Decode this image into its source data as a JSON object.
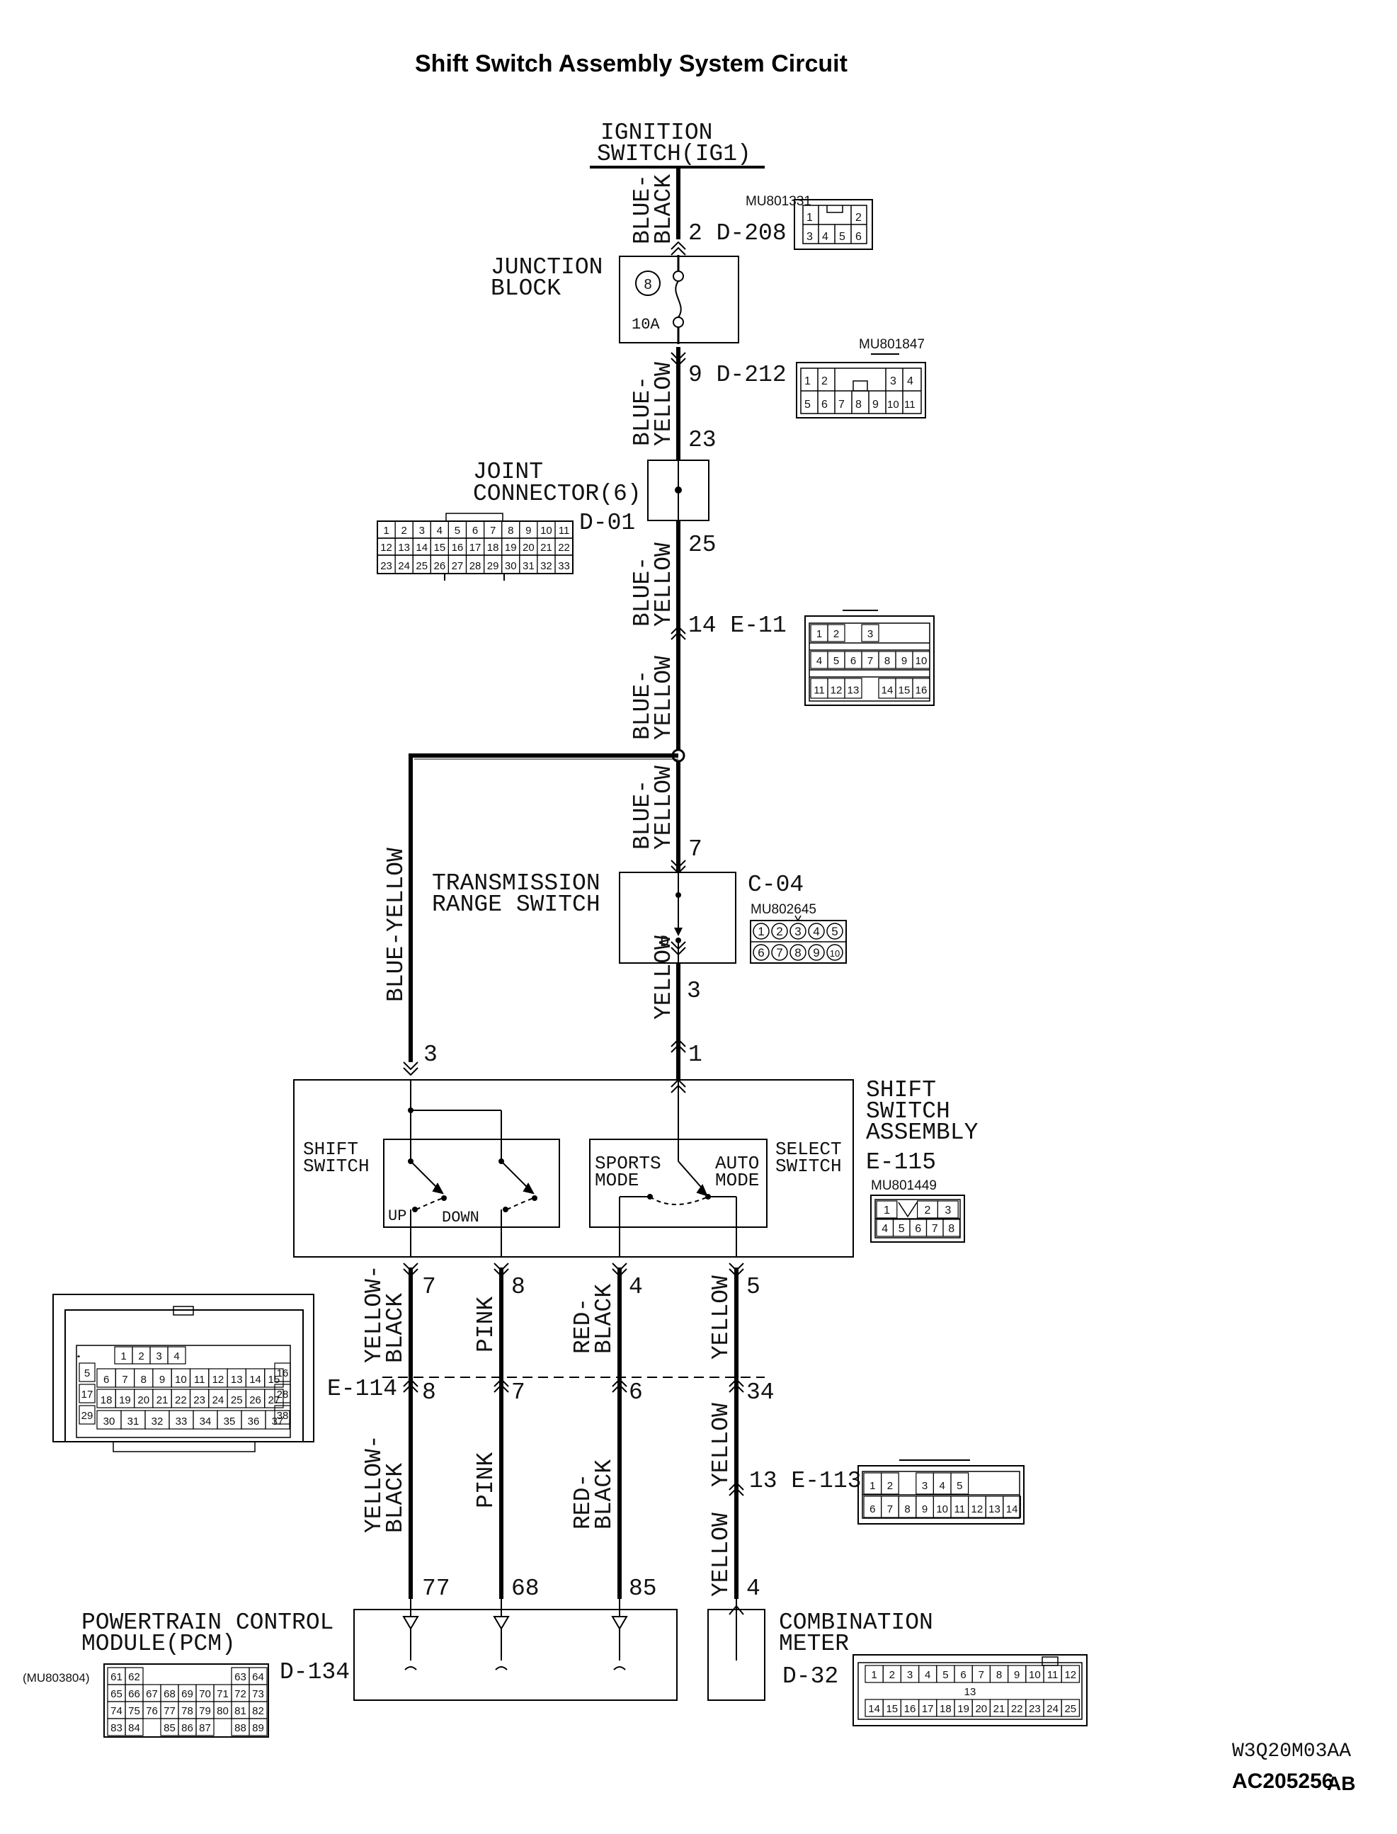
{
  "title": "Shift Switch Assembly System Circuit",
  "ignition": {
    "line1": "IGNITION",
    "line2": "SWITCH(IG1)"
  },
  "wires": {
    "w1a": "BLUE-",
    "w1b": "BLACK",
    "w2a": "BLUE-",
    "w2b": "YELLOW",
    "w3a": "BLUE-",
    "w3b": "YELLOW",
    "w4a": "BLUE-",
    "w4b": "YELLOW",
    "w5a": "BLUE-",
    "w5b": "YELLOW",
    "w6": "BLUE-YELLOW",
    "w7": "YELLOW",
    "w8a": "YELLOW-",
    "w8b": "BLACK",
    "w9": "PINK",
    "w10a": "RED-",
    "w10b": "BLACK",
    "w11": "YELLOW",
    "w12a": "YELLOW-",
    "w12b": "BLACK",
    "w13": "PINK",
    "w14a": "RED-",
    "w14b": "BLACK",
    "w15": "YELLOW",
    "w16": "YELLOW"
  },
  "connectors": {
    "d208": "2  D-208",
    "d212": "9  D-212",
    "d01": "D-01",
    "e11": "14  E-11",
    "c04": "C-04",
    "e115": "E-115",
    "e114": "E-114",
    "e113": "13  E-113",
    "d134": "D-134",
    "d32": "D-32"
  },
  "parts": {
    "mu801331": "MU801331",
    "mu801847": "MU801847",
    "mu802645": "MU802645",
    "mu801449": "MU801449",
    "mu803804": "(MU803804)"
  },
  "junction_block": {
    "line1": "JUNCTION",
    "line2": "BLOCK",
    "fuse_no": "8",
    "rating": "10A"
  },
  "joint_connector": {
    "line1": "JOINT",
    "line2": "CONNECTOR(6)"
  },
  "trs": {
    "line1": "TRANSMISSION",
    "line2": "RANGE SWITCH",
    "d": "D"
  },
  "shift_assembly": {
    "line1": "SHIFT",
    "line2": "SWITCH",
    "line3": "ASSEMBLY",
    "shift_switch1": "SHIFT",
    "shift_switch2": "SWITCH",
    "up": "UP",
    "down": "DOWN",
    "sports1": "SPORTS",
    "sports2": "MODE",
    "auto1": "AUTO",
    "auto2": "MODE",
    "select1": "SELECT",
    "select2": "SWITCH"
  },
  "pcm": {
    "line1": "POWERTRAIN CONTROL",
    "line2": "MODULE(PCM)"
  },
  "meter": {
    "line1": "COMBINATION",
    "line2": "METER"
  },
  "pins": {
    "p23": "23",
    "p25": "25",
    "p7": "7",
    "p3": "3",
    "sw3": "3",
    "sw1": "1",
    "o7": "7",
    "o8": "8",
    "o4": "4",
    "o5": "5",
    "m8": "8",
    "m7": "7",
    "m6": "6",
    "m34": "34",
    "b77": "77",
    "b68": "68",
    "b85": "85",
    "b4": "4"
  },
  "footer": {
    "code1": "W3Q20M03AA",
    "code2": "AC205256",
    "code3": "AB"
  },
  "connector_faces": {
    "d208_rows": [
      [
        "1",
        "",
        "2"
      ],
      [
        "3",
        "4",
        "5",
        "6"
      ]
    ],
    "d212_rows": [
      [
        "1",
        "2",
        "",
        "3",
        "4"
      ],
      [
        "5",
        "6",
        "7",
        "8",
        "9",
        "10",
        "11"
      ]
    ],
    "d01_rows": [
      [
        "1",
        "2",
        "3",
        "4",
        "5",
        "6",
        "7",
        "8",
        "9",
        "10",
        "11"
      ],
      [
        "12",
        "13",
        "14",
        "15",
        "16",
        "17",
        "18",
        "19",
        "20",
        "21",
        "22"
      ],
      [
        "23",
        "24",
        "25",
        "26",
        "27",
        "28",
        "29",
        "30",
        "31",
        "32",
        "33"
      ]
    ],
    "e11_rows": [
      [
        "1",
        "2",
        "",
        "3"
      ],
      [
        "4",
        "5",
        "6",
        "7",
        "8",
        "9",
        "10"
      ],
      [
        "11",
        "12",
        "13",
        "",
        "14",
        "15",
        "16"
      ]
    ],
    "c04_rows": [
      [
        "1",
        "2",
        "3",
        "4",
        "5"
      ],
      [
        "6",
        "7",
        "8",
        "9",
        "10"
      ]
    ],
    "e115_rows": [
      [
        "1",
        "",
        "2",
        "3"
      ],
      [
        "4",
        "5",
        "6",
        "7",
        "8"
      ]
    ],
    "e113_rows": [
      [
        "1",
        "2",
        "",
        "3",
        "4",
        "5"
      ],
      [
        "6",
        "7",
        "8",
        "9",
        "10",
        "11",
        "12",
        "13",
        "14"
      ]
    ],
    "d32_row1": [
      "1",
      "2",
      "3",
      "4",
      "5",
      "6",
      "7",
      "8",
      "9",
      "10",
      "11",
      "12"
    ],
    "d32_mid": "13",
    "d32_row2": [
      "14",
      "15",
      "16",
      "17",
      "18",
      "19",
      "20",
      "21",
      "22",
      "23",
      "24",
      "25"
    ],
    "d134_rows": [
      [
        "61",
        "62",
        "",
        "",
        "",
        "",
        "",
        "63",
        "64"
      ],
      [
        "65",
        "66",
        "67",
        "68",
        "69",
        "70",
        "71",
        "72",
        "73"
      ],
      [
        "74",
        "75",
        "76",
        "77",
        "78",
        "79",
        "80",
        "81",
        "82"
      ],
      [
        "83",
        "84",
        "",
        "85",
        "86",
        "87",
        "",
        "88",
        "89"
      ]
    ],
    "e114_rows": [
      [
        "1",
        "2",
        "3",
        "4"
      ],
      [
        "5",
        "16"
      ],
      [
        "6",
        "7",
        "8",
        "9",
        "10",
        "11",
        "12",
        "13",
        "14",
        "15"
      ],
      [
        "17",
        "28"
      ],
      [
        "18",
        "19",
        "20",
        "21",
        "22",
        "23",
        "24",
        "25",
        "26",
        "27"
      ],
      [
        "29",
        "38"
      ],
      [
        "30",
        "31",
        "32",
        "33",
        "34",
        "35",
        "36",
        "37"
      ]
    ]
  }
}
